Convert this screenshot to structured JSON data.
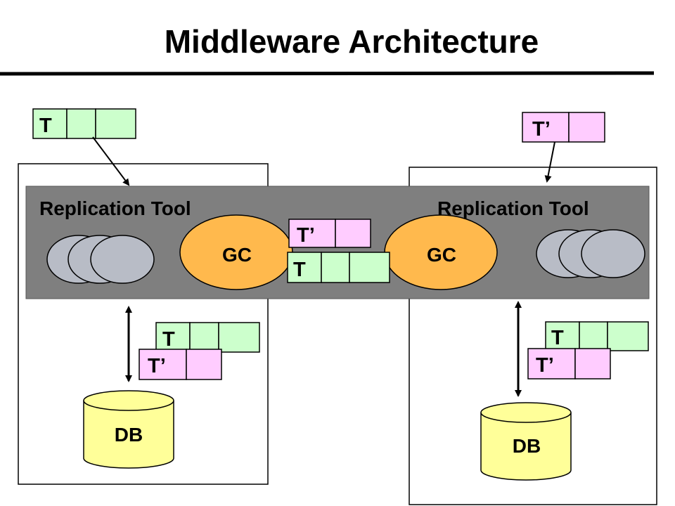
{
  "slide": {
    "title": "Middleware Architecture"
  },
  "labels": {
    "replication_tool_left": "Replication Tool",
    "replication_tool_right": "Replication Tool",
    "gc_left": "GC",
    "gc_right": "GC",
    "db_left": "DB",
    "db_right": "DB",
    "t": "T",
    "t_prime": "T’"
  },
  "colors": {
    "t_cell": "#ccffcc",
    "t_prime_cell": "#ffccff",
    "band": "#7f7f7f",
    "gc": "#ffb94d",
    "db": "#ffff99",
    "replica": "#b8bcc6"
  }
}
